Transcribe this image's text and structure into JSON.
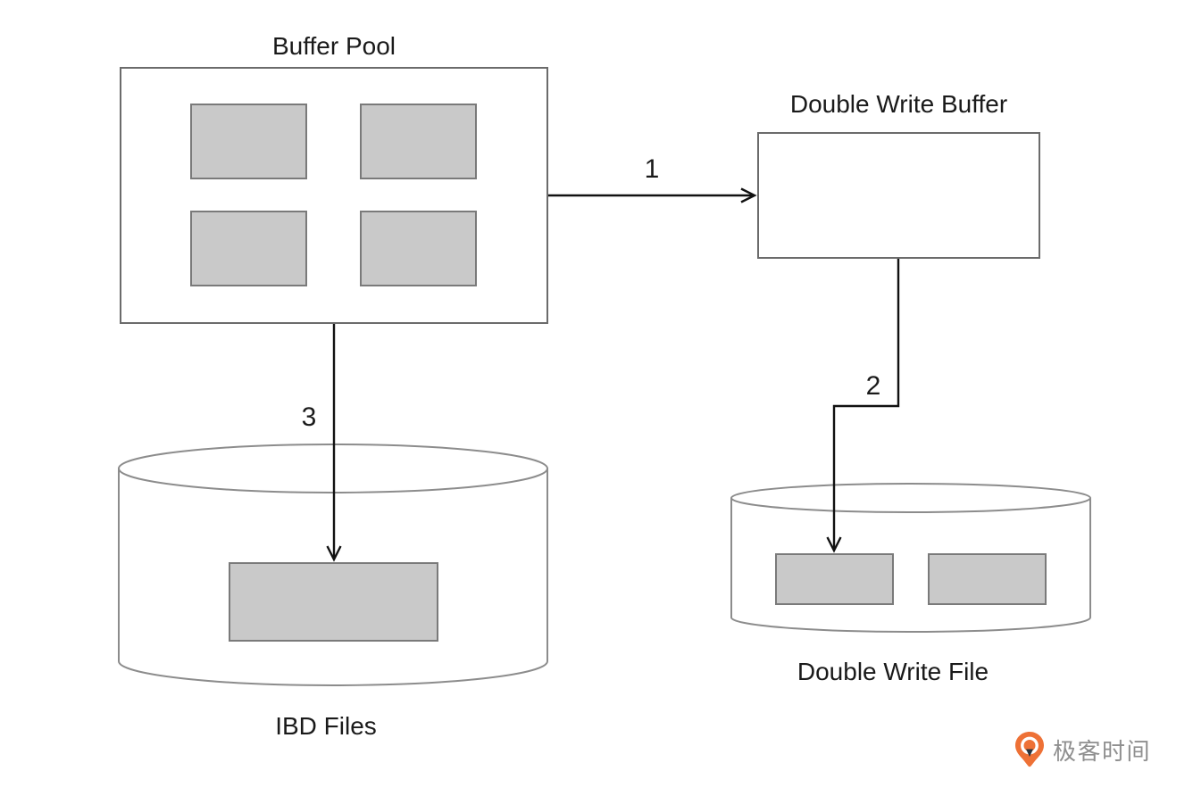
{
  "diagram": {
    "nodes": {
      "buffer_pool": {
        "label": "Buffer Pool",
        "page_count": 4
      },
      "double_write_buffer": {
        "label": "Double Write Buffer",
        "page_count": 0
      },
      "double_write_file": {
        "label": "Double Write File",
        "page_count": 2
      },
      "ibd_files": {
        "label": "IBD Files",
        "page_count": 1
      }
    },
    "edges": [
      {
        "label": "1",
        "from": "buffer_pool",
        "to": "double_write_buffer"
      },
      {
        "label": "2",
        "from": "double_write_buffer",
        "to": "double_write_file"
      },
      {
        "label": "3",
        "from": "buffer_pool",
        "to": "ibd_files"
      }
    ]
  },
  "branding": {
    "logo_icon": "geektime-pin-icon",
    "logo_text": "极客时间"
  },
  "colors": {
    "background": "#ffffff",
    "label_text": "#1a1a1a",
    "box_border": "#6b6b6b",
    "cylinder_stroke": "#8c8c8c",
    "page_fill": "#c9c9c9",
    "page_border": "#7a7a7a",
    "arrow": "#111111",
    "logo_orange": "#ee7136",
    "logo_text_gray": "#8f8f8f"
  }
}
